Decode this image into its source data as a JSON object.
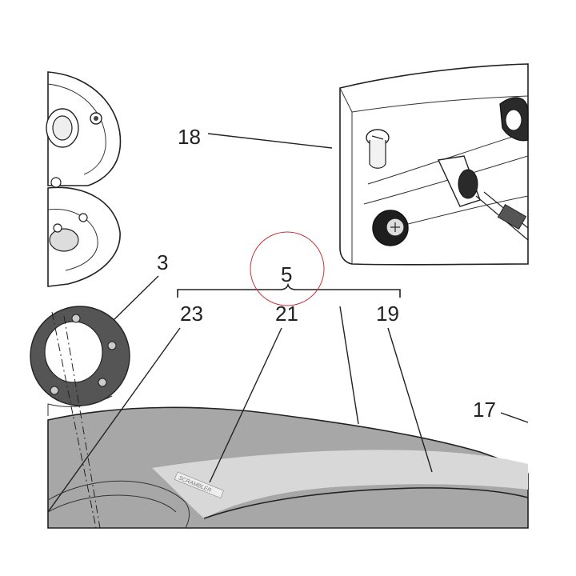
{
  "diagram": {
    "callouts": {
      "c18": "18",
      "c3": "3",
      "c5": "5",
      "c23": "23",
      "c21": "21",
      "c19": "19",
      "c17": "17"
    },
    "decal_text": "SCRAMBLER",
    "highlight_color": "#c8323c",
    "tank_color": "#a7a7a7",
    "decal_color": "#d8d8d8"
  }
}
